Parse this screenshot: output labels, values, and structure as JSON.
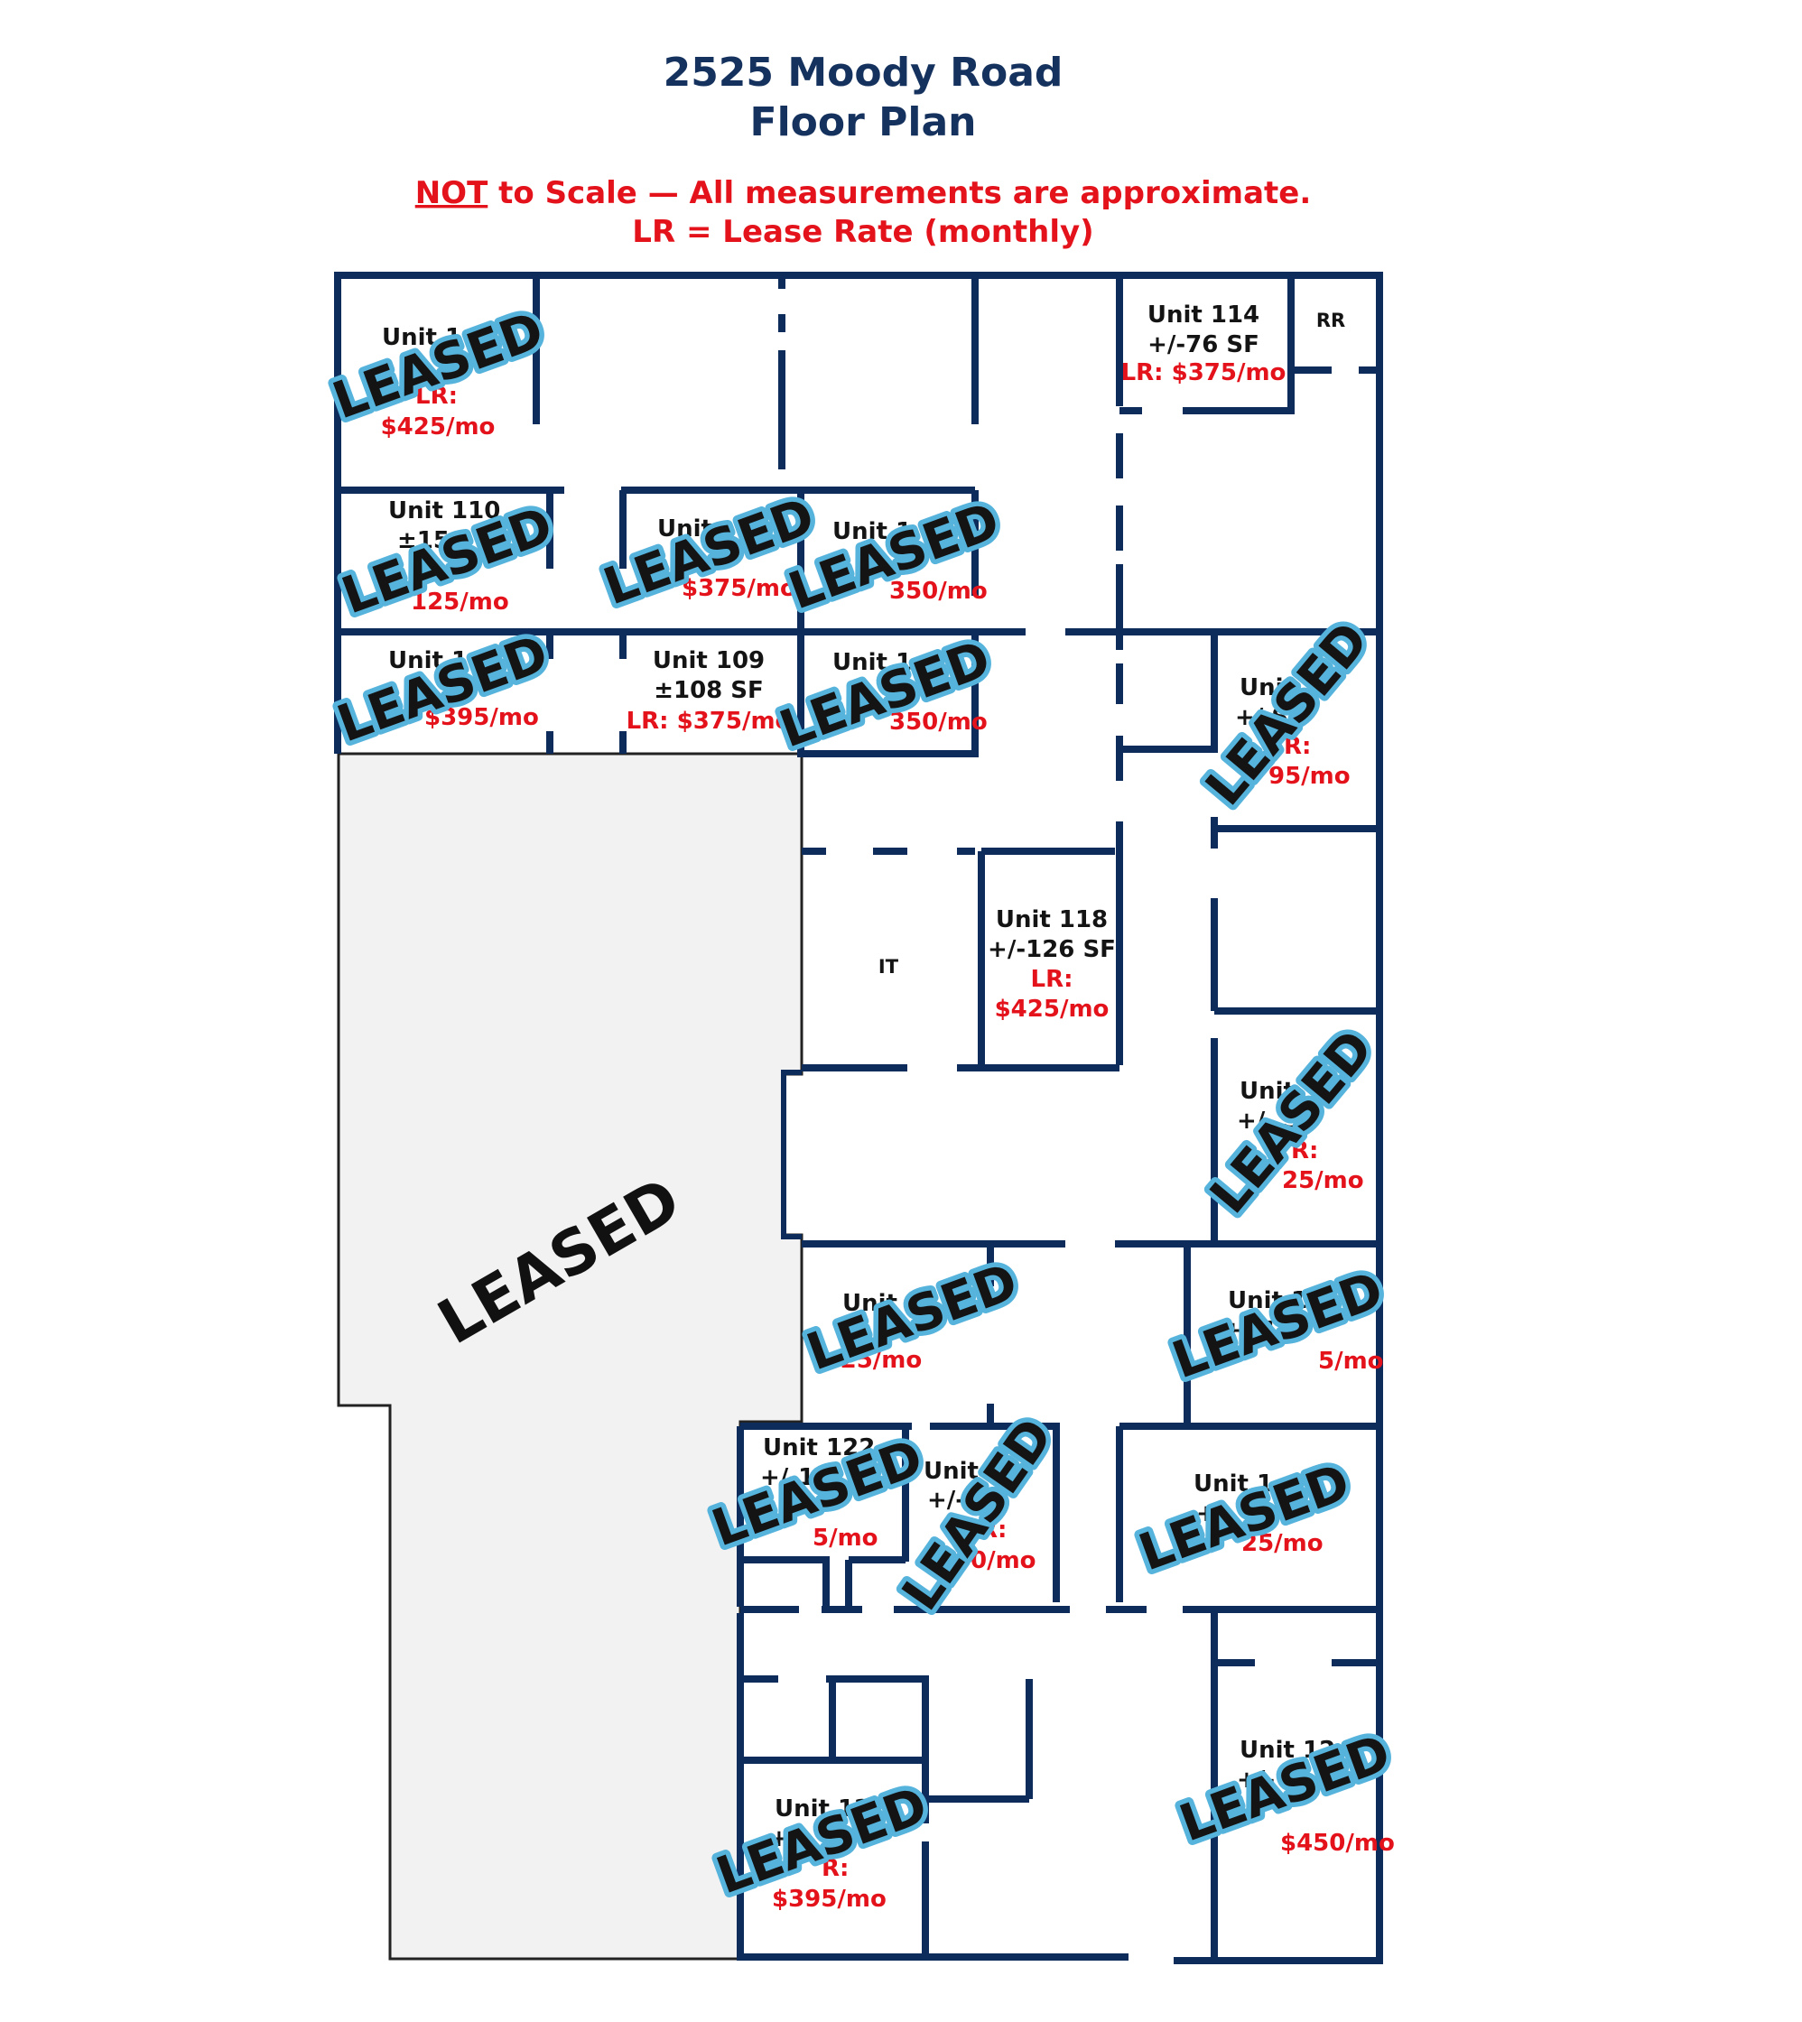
{
  "title": {
    "line1": "2525 Moody Road",
    "line2": "Floor Plan"
  },
  "notes": {
    "not_word": "NOT",
    "scale_rest": " to Scale — All measurements are approximate.",
    "legend": "LR = Lease Rate (monthly)"
  },
  "colors": {
    "wall": "#0d2c5c",
    "title": "#15325e",
    "rate": "#e3121b",
    "stamp": "#55b3dc",
    "leased_area": "#f2f2f2"
  },
  "labels": {
    "rr": "RR",
    "it": "IT"
  },
  "big_area": {
    "label": "LEASED"
  },
  "stamp_label": "LEASED",
  "units": {
    "u_topleft": {
      "name": "Unit 1",
      "rate_label": "LR:",
      "rate": "$425/mo"
    },
    "u110": {
      "name": "Unit 110",
      "size": "±15",
      "rate": "125/mo"
    },
    "u_a": {
      "name": "Unit",
      "rate": "$375/mo"
    },
    "u_b": {
      "name": "Unit 1",
      "rate": "350/mo"
    },
    "u_c": {
      "name": "Unit 1",
      "rate": "$395/mo"
    },
    "u109": {
      "name": "Unit 109",
      "size": "±108 SF",
      "rate": "LR: $375/mo"
    },
    "u_d": {
      "name": "Unit 1",
      "rate": "350/mo"
    },
    "u114": {
      "name": "Unit 114",
      "size": "+/-76 SF",
      "rate": "LR: $375/mo"
    },
    "u_e": {
      "name": "Uni",
      "size": "+/ SF",
      "rate_label": "R:",
      "rate": "95/mo"
    },
    "u118": {
      "name": "Unit 118",
      "size": "+/-126 SF",
      "rate_label": "LR:",
      "rate": "$425/mo"
    },
    "u_f": {
      "name": "Unit",
      "size": "+/- SF",
      "rate_label": "R:",
      "rate": "25/mo"
    },
    "u_g": {
      "name": "Unit 1",
      "size": "+",
      "rate": "L 25/mo"
    },
    "u121": {
      "name": "Unit 121",
      "size": "+/-1",
      "rate": "5/mo"
    },
    "u122": {
      "name": "Unit 122",
      "size": "+/-11",
      "rate": "5/mo"
    },
    "u_h": {
      "name": "Unit",
      "size": "+/- SF",
      "rate_label": "R:",
      "rate": "0/mo"
    },
    "u_i": {
      "name": "Unit 1",
      "size": "+",
      "rate": "25/mo"
    },
    "u_j": {
      "name": "Unit 12",
      "size": "+/-",
      "rate_label": "R:",
      "rate": "$395/mo"
    },
    "u126": {
      "name": "Unit 12",
      "size": "+/-",
      "rate": "$450/mo"
    }
  }
}
